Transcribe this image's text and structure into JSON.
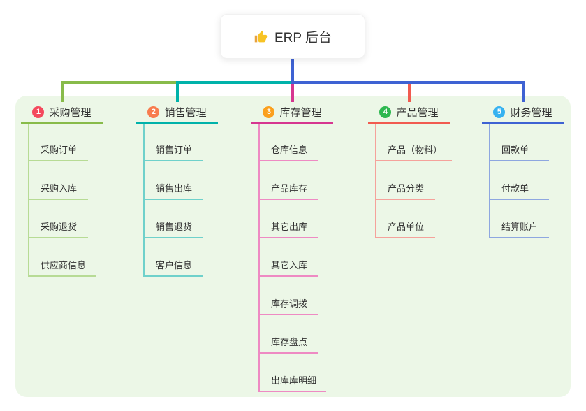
{
  "root": {
    "title": "ERP 后台",
    "icon": "thumbs-up"
  },
  "canvas": {
    "background_color": "#ffffff",
    "panel_color": "#ecf7e7",
    "text_color": "#333333",
    "root_connector_color": "#3e62d3"
  },
  "branches": [
    {
      "index": "1",
      "label": "采购管理",
      "badge_color": "#f4495d",
      "line_color": "#88bb4a",
      "light_line_color": "#b7db95",
      "children": [
        "采购订单",
        "采购入库",
        "采购退货",
        "供应商信息"
      ]
    },
    {
      "index": "2",
      "label": "销售管理",
      "badge_color": "#f87c4e",
      "line_color": "#00b2aa",
      "light_line_color": "#6fd1cb",
      "children": [
        "销售订单",
        "销售出库",
        "销售退货",
        "客户信息"
      ]
    },
    {
      "index": "3",
      "label": "库存管理",
      "badge_color": "#fba01e",
      "line_color": "#d63690",
      "light_line_color": "#ee8ac3",
      "children": [
        "仓库信息",
        "产品库存",
        "其它出库",
        "其它入库",
        "库存调拨",
        "库存盘点",
        "出库库明细"
      ]
    },
    {
      "index": "4",
      "label": "产品管理",
      "badge_color": "#2eb850",
      "line_color": "#f15b50",
      "light_line_color": "#f5a29b",
      "children": [
        "产品（物料）",
        "产品分类",
        "产品单位"
      ]
    },
    {
      "index": "5",
      "label": "财务管理",
      "badge_color": "#36b2f0",
      "line_color": "#3e62d3",
      "light_line_color": "#8ea7e0",
      "children": [
        "回款单",
        "付款单",
        "结算账户"
      ]
    }
  ]
}
